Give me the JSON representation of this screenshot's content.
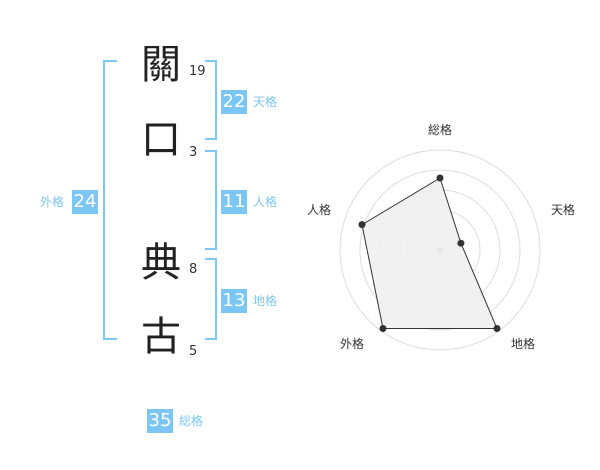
{
  "name": {
    "chars": [
      {
        "char": "關",
        "strokes": "19"
      },
      {
        "char": "口",
        "strokes": "3"
      },
      {
        "char": "典",
        "strokes": "8"
      },
      {
        "char": "古",
        "strokes": "5"
      }
    ]
  },
  "scores": {
    "tenkaku": {
      "value": "22",
      "label": "天格"
    },
    "jinkaku": {
      "value": "11",
      "label": "人格"
    },
    "chikaku": {
      "value": "13",
      "label": "地格"
    },
    "gaikaku": {
      "value": "24",
      "label": "外格"
    },
    "soukaku": {
      "value": "35",
      "label": "総格"
    }
  },
  "colors": {
    "accent": "#7cc6f5",
    "radar_fill": "#eeeeee",
    "radar_grid": "#dddddd",
    "radar_line": "#333333"
  },
  "chart_data": {
    "type": "radar",
    "axes": [
      "総格",
      "天格",
      "地格",
      "外格",
      "人格"
    ],
    "values": [
      0.72,
      0.22,
      0.97,
      0.97,
      0.82
    ],
    "rings": 5
  }
}
